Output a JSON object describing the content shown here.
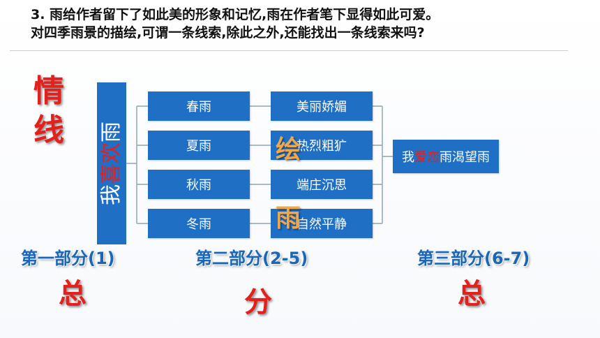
{
  "question": {
    "line1": "3. 雨给作者留下了如此美的形象和记忆,雨在作者笔下显得如此可爱。",
    "line2": "对四季雨景的描绘,可谓一条线索,除此之外,还能找出一条线索来吗?"
  },
  "emotion_label": {
    "char1": "情",
    "char2": "线"
  },
  "main_bar": {
    "prefix": "我",
    "highlight": "喜欢",
    "suffix": "雨"
  },
  "seasons": [
    "春雨",
    "夏雨",
    "秋雨",
    "冬雨"
  ],
  "features": [
    "美丽娇媚",
    "热烈粗犷",
    "端庄沉思",
    "自然平静"
  ],
  "depict_label": {
    "char1": "绘",
    "char2": "雨"
  },
  "conclusion": {
    "prefix": "我",
    "highlight": "爱恋",
    "suffix": "雨渴望雨"
  },
  "parts": {
    "part1": "第一部分(1)",
    "part2": "第二部分(2-5)",
    "part3": "第三部分(6-7)"
  },
  "summary": {
    "s1": "总",
    "s2": "分",
    "s3": "总"
  },
  "colors": {
    "box_blue": "#1f6fc4",
    "accent_red": "#e3201b",
    "part_blue": "#1a66b8",
    "orange": "#f0a64a"
  }
}
